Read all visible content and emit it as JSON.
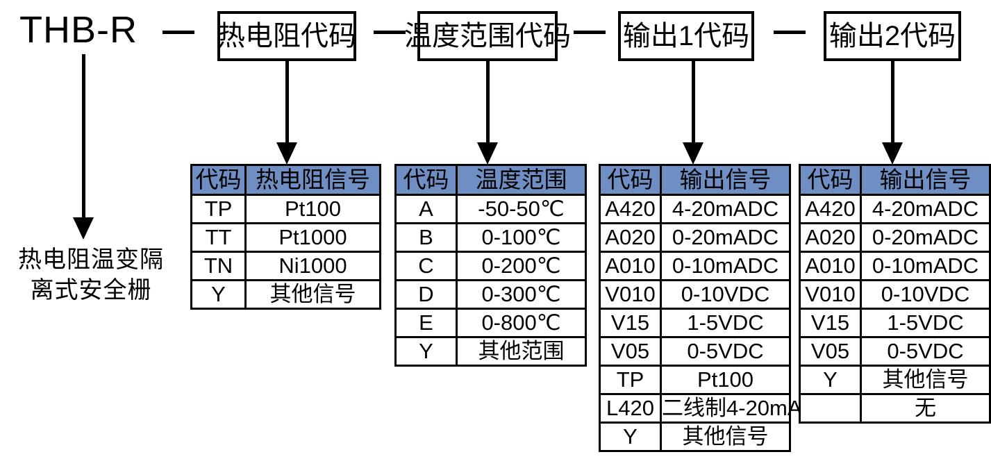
{
  "model": {
    "prefix": "THB-R",
    "separator": "—",
    "segments": [
      {
        "label": "热电阻代码"
      },
      {
        "label": "温度范围代码"
      },
      {
        "label": "输出1代码"
      },
      {
        "label": "输出2代码"
      }
    ]
  },
  "left_caption": {
    "line1": "热电阻温变隔",
    "line2": "离式安全栅"
  },
  "theme": {
    "header_blue": "#6f8fc4",
    "border_black": "#000000",
    "background": "#ffffff"
  },
  "tables": [
    {
      "name": "rtd-code-table",
      "headers": [
        "代码",
        "热电阻信号"
      ],
      "rows": [
        [
          "TP",
          "Pt100"
        ],
        [
          "TT",
          "Pt1000"
        ],
        [
          "TN",
          "Ni1000"
        ],
        [
          "Y",
          "其他信号"
        ]
      ]
    },
    {
      "name": "temperature-range-code-table",
      "headers": [
        "代码",
        "温度范围"
      ],
      "rows": [
        [
          "A",
          "-50-50℃"
        ],
        [
          "B",
          "0-100℃"
        ],
        [
          "C",
          "0-200℃"
        ],
        [
          "D",
          "0-300℃"
        ],
        [
          "E",
          "0-800℃"
        ],
        [
          "Y",
          "其他范围"
        ]
      ]
    },
    {
      "name": "output1-code-table",
      "headers": [
        "代码",
        "输出信号"
      ],
      "rows": [
        [
          "A420",
          "4-20mADC"
        ],
        [
          "A020",
          "0-20mADC"
        ],
        [
          "A010",
          "0-10mADC"
        ],
        [
          "V010",
          "0-10VDC"
        ],
        [
          "V15",
          "1-5VDC"
        ],
        [
          "V05",
          "0-5VDC"
        ],
        [
          "TP",
          "Pt100"
        ],
        [
          "L420",
          "二线制4-20mA"
        ],
        [
          "Y",
          "其他信号"
        ]
      ]
    },
    {
      "name": "output2-code-table",
      "headers": [
        "代码",
        "输出信号"
      ],
      "rows": [
        [
          "A420",
          "4-20mADC"
        ],
        [
          "A020",
          "0-20mADC"
        ],
        [
          "A010",
          "0-10mADC"
        ],
        [
          "V010",
          "0-10VDC"
        ],
        [
          "V15",
          "1-5VDC"
        ],
        [
          "V05",
          "0-5VDC"
        ],
        [
          "Y",
          "其他信号"
        ],
        [
          "",
          "无"
        ]
      ]
    }
  ]
}
